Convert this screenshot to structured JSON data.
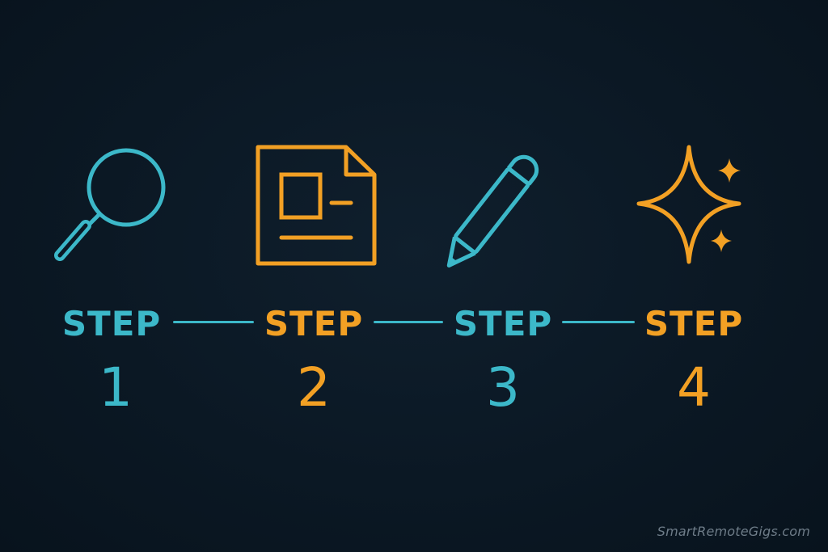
{
  "colors": {
    "background": "#0b1824",
    "teal": "#3cb8c9",
    "orange": "#f2a024"
  },
  "steps": [
    {
      "label": "STEP",
      "number": "1",
      "icon": "magnifier-icon",
      "color": "#3cb8c9"
    },
    {
      "label": "STEP",
      "number": "2",
      "icon": "document-icon",
      "color": "#f2a024"
    },
    {
      "label": "STEP",
      "number": "3",
      "icon": "pencil-icon",
      "color": "#3cb8c9"
    },
    {
      "label": "STEP",
      "number": "4",
      "icon": "sparkle-icon",
      "color": "#f2a024"
    }
  ],
  "connector_color": "#3cb8c9",
  "watermark": "SmartRemoteGigs.com"
}
